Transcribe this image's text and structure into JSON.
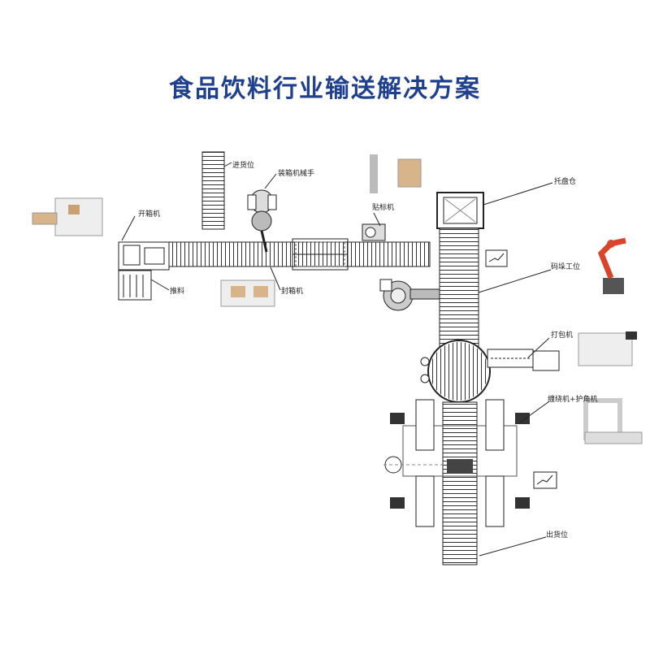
{
  "title": "食品饮料行业输送解决方案",
  "labels": {
    "jinhuowei": "进货位",
    "zhuangxiang_jixieshou": "装箱机械手",
    "kaixiangji": "开箱机",
    "tietbiaoji": "贴标机",
    "tuiliao": "推料",
    "fengxiangji": "封箱机",
    "tuopancang": "托盘仓",
    "maduo_gongwei": "码垛工位",
    "dabaoji": "打包机",
    "chanraoji_huijiaoji": "缠绕机+护角机",
    "chuhuowei": "出货位"
  },
  "colors": {
    "title": "#1f3f8f",
    "line": "#222222",
    "robot_arm": "#d9442b"
  },
  "icons": {
    "chart_icon_1": "trend-chart-icon",
    "chart_icon_2": "trend-chart-icon"
  }
}
